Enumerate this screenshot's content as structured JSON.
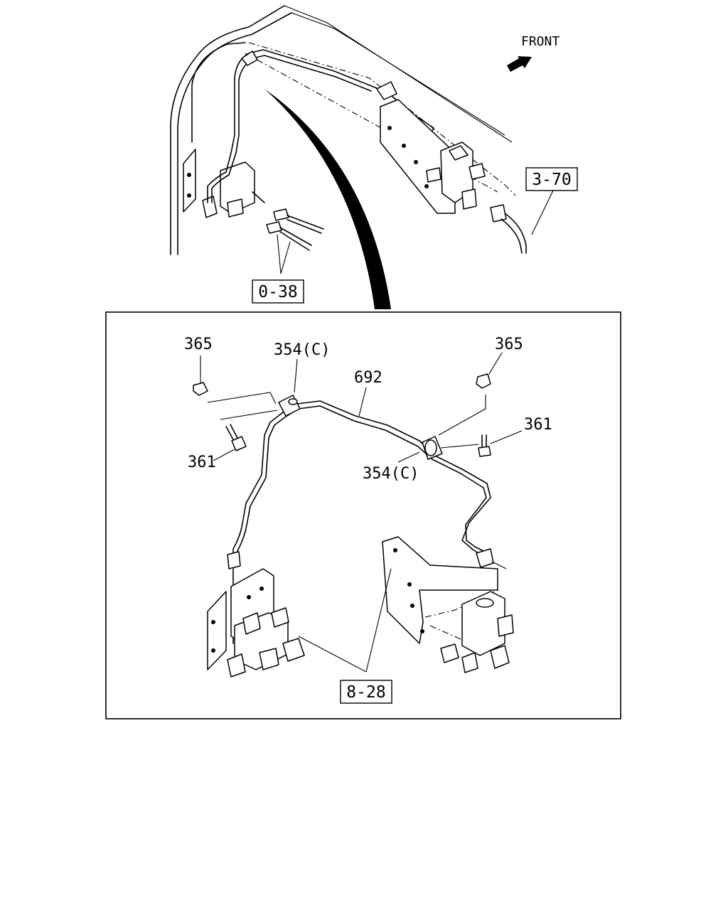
{
  "direction": {
    "label": "FRONT",
    "icon": "front-arrow-icon"
  },
  "refs": {
    "r370": "3-70",
    "r038": "0-38",
    "r828": "8-28"
  },
  "parts": {
    "p365_left": "365",
    "p365_right": "365",
    "p354_top": "354(C)",
    "p354_mid": "354(C)",
    "p692": "692",
    "p361_left": "361",
    "p361_right": "361"
  }
}
